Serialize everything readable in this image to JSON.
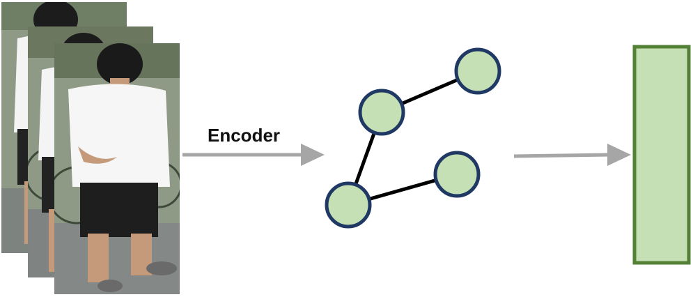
{
  "diagram": {
    "encoder_label": "Encoder",
    "frames": [
      {
        "name": "frame-back",
        "description_icon": "person-walking-photo"
      },
      {
        "name": "frame-middle",
        "description_icon": "person-walking-photo"
      },
      {
        "name": "frame-front",
        "description_icon": "person-walking-photo"
      }
    ],
    "graph": {
      "nodes": [
        {
          "id": "n1"
        },
        {
          "id": "n2"
        },
        {
          "id": "n3"
        },
        {
          "id": "n4"
        }
      ],
      "edges": [
        [
          "n1",
          "n2"
        ],
        [
          "n1",
          "n3"
        ],
        [
          "n3",
          "n4"
        ]
      ]
    },
    "colors": {
      "arrow": "#a6a6a6",
      "node_fill": "#c5e0b4",
      "node_stroke": "#1f3864",
      "edge": "#000000",
      "feature_fill": "#c5e0b4",
      "feature_stroke": "#538135"
    }
  }
}
